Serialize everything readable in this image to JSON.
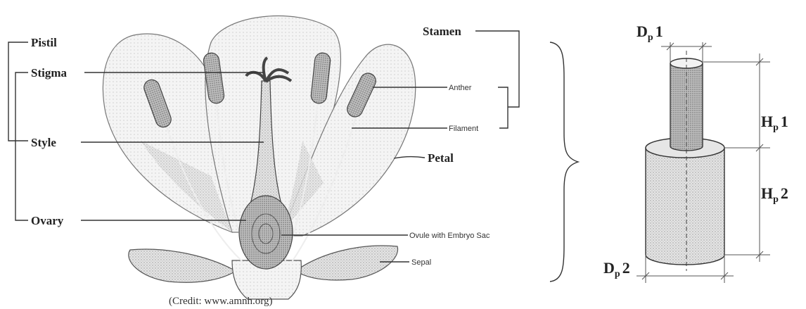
{
  "flower_labels": {
    "pistil": "Pistil",
    "stigma": "Stigma",
    "style": "Style",
    "ovary": "Ovary",
    "stamen": "Stamen",
    "anther": "Anther",
    "filament": "Filament",
    "petal": "Petal",
    "ovule": "Ovule with Embryo Sac",
    "sepal": "Sepal"
  },
  "credit": "(Credit: www.amnh.org)",
  "model_labels": {
    "dp1_main": "D",
    "dp1_sub": "p",
    "dp1_num": "1",
    "dp2_main": "D",
    "dp2_sub": "p",
    "dp2_num": "2",
    "hp1_main": "H",
    "hp1_sub": "p",
    "hp1_num": "1",
    "hp2_main": "H",
    "hp2_sub": "p",
    "hp2_num": "2"
  }
}
